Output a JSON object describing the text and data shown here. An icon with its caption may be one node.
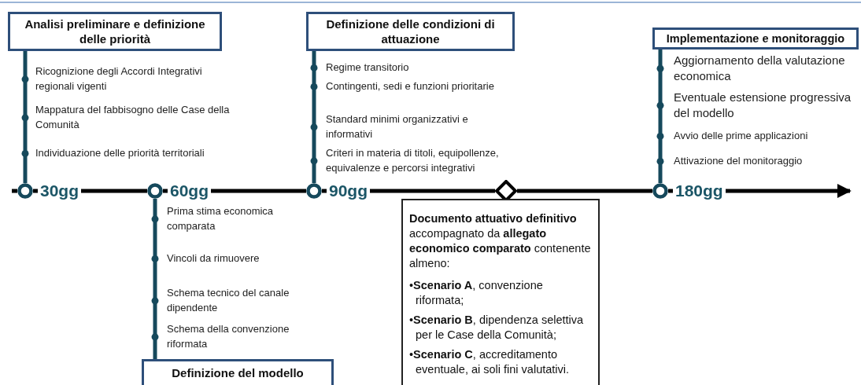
{
  "diagram": {
    "nodes": [
      {
        "text": [
          "Analisi preliminare e definizione delle priorità"
        ]
      },
      {
        "text": [
          "Definizione delle condizioni di attuazione"
        ]
      },
      {
        "text": [
          "Implementazione e monitoraggio"
        ]
      },
      {
        "text": [],
        "shape": "circle",
        "beside": [
          "30gg"
        ]
      },
      {
        "text": [],
        "shape": "circle",
        "beside": [
          "60gg"
        ]
      },
      {
        "text": [],
        "shape": "circle",
        "beside": [
          "90gg"
        ]
      },
      {
        "text": [],
        "shape": "diamond"
      },
      {
        "text": [],
        "shape": "circle",
        "beside": [
          "180gg"
        ]
      },
      {
        "text": [
          "Definizione del modello"
        ]
      },
      {
        "text": [
          "**Documento attuativo definitivo** accompagnato da **allegato economico comparato** contenente almeno:",
          "•**Scenario A**, convenzione riformata;",
          "•**Scenario B**, dipendenza selettiva per le Case della Comunità;",
          "•**Scenario C**, accreditamento eventuale, ai soli fini valutativi."
        ]
      }
    ],
    "edges": [
      {
        "from": 0,
        "to": 3,
        "arrow": "none",
        "color": "#16495c"
      },
      {
        "from": 1,
        "to": 5,
        "arrow": "none",
        "color": "#16495c"
      },
      {
        "from": 2,
        "to": 7,
        "arrow": "none",
        "color": "#16495c"
      },
      {
        "from": 8,
        "to": 4,
        "arrow": "none",
        "color": "#16495c"
      },
      {
        "from": null,
        "to": 3,
        "arrow": "none"
      },
      {
        "from": 3,
        "to": 4,
        "arrow": "none"
      },
      {
        "from": 4,
        "to": 5,
        "arrow": "none"
      },
      {
        "from": 5,
        "to": 6,
        "arrow": "none"
      },
      {
        "from": 6,
        "to": 7,
        "arrow": "none"
      },
      {
        "from": 7,
        "to": null,
        "arrow": "to"
      }
    ],
    "labels": [
      "Ricognizione degli Accordi Integrativi regionali vigenti",
      "Mappatura del fabbisogno delle Case della Comunità",
      "Individuazione delle priorità territoriali",
      "Regime transitorio",
      "Contingenti, sedi e funzioni prioritarie",
      "Standard minimi organizzativi e informativi",
      "Criteri in materia di titoli, equipollenze, equivalenze e percorsi integrativi",
      "Aggiornamento della valutazione economica",
      "Eventuale estensione progressiva del modello",
      "Avvio delle prime applicazioni",
      "Attivazione del monitoraggio",
      "Prima stima economica comparata",
      "Vincoli da rimuovere",
      "Schema tecnico del canale dipendente",
      "Schema della convenzione riformata"
    ]
  }
}
